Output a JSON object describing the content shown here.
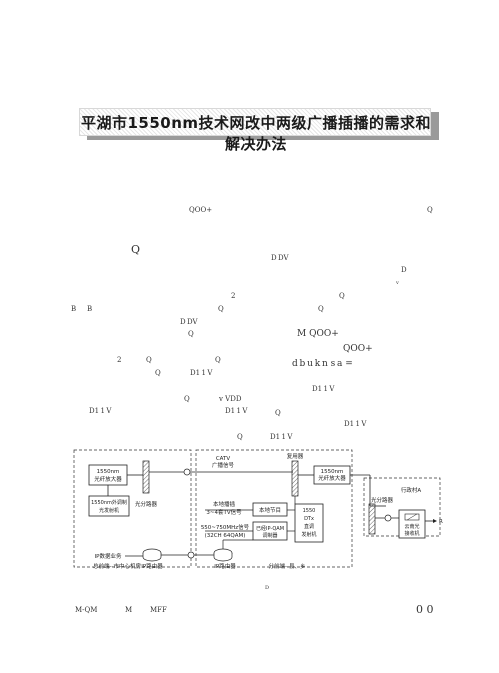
{
  "title": "平湖市1550nm技术网改中两级广播插播的需求和解决办法",
  "fragments": {
    "f1": "QOO+",
    "f2": "Q",
    "f3": "Q",
    "f4": "D DV",
    "f5": "D",
    "f6": "v",
    "f7": "2",
    "f8": "Q",
    "f9": "B",
    "f10": "B",
    "f11": "Q",
    "f12": "Q",
    "f13": "D DV",
    "f14": "Q",
    "f15": "M QOO+",
    "f16": "QOO+",
    "f17": "2",
    "f18": "Q",
    "f19": "Q",
    "f20": "d b u k n  s a =",
    "f21": "Q",
    "f22": "D1 1 V",
    "f23": "D1 1 V",
    "f24": "Q",
    "f25": "v VDD",
    "f26": "D1 1 V",
    "f27": "D1 1 V",
    "f28": "Q",
    "f29": "D1 1 V",
    "f30": "Q",
    "f31": "D1 1 V"
  },
  "diagram": {
    "edfa_left": [
      "1550nm",
      "光纤放大器"
    ],
    "transmitter": [
      "1550nm外调制",
      "光发射机"
    ],
    "splitter_left": "光分路器",
    "catv": [
      "CATV",
      "广播信号"
    ],
    "coupler": "复用器",
    "edfa_right": [
      "1550nm",
      "光纤放大器"
    ],
    "splitter_right": "光分路器",
    "village": "行政村A",
    "receiver": [
      "云南光",
      "接收机"
    ],
    "rf": "RF",
    "local_program": [
      "本地播插",
      "3~4套TV信号"
    ],
    "local_node": "本地节目",
    "band_signal": [
      "550~750MHz信号",
      "(32CH 64QAM)"
    ],
    "ip_qam": [
      "已经IP-QAM",
      "调制器"
    ],
    "dt_tx": [
      "1550",
      "DTx",
      "直调",
      "发射机"
    ],
    "ip_service": "IP数据业务",
    "ip_switch": "IP路由器",
    "ip_router": "IP路由器",
    "hq_label": "总前端--市中心机房",
    "branch_label": "分前端--县、乡",
    "caption": "D"
  },
  "footer": {
    "left1": "M-QM",
    "left2": "M",
    "left3": "MFF",
    "right": "0 0"
  }
}
